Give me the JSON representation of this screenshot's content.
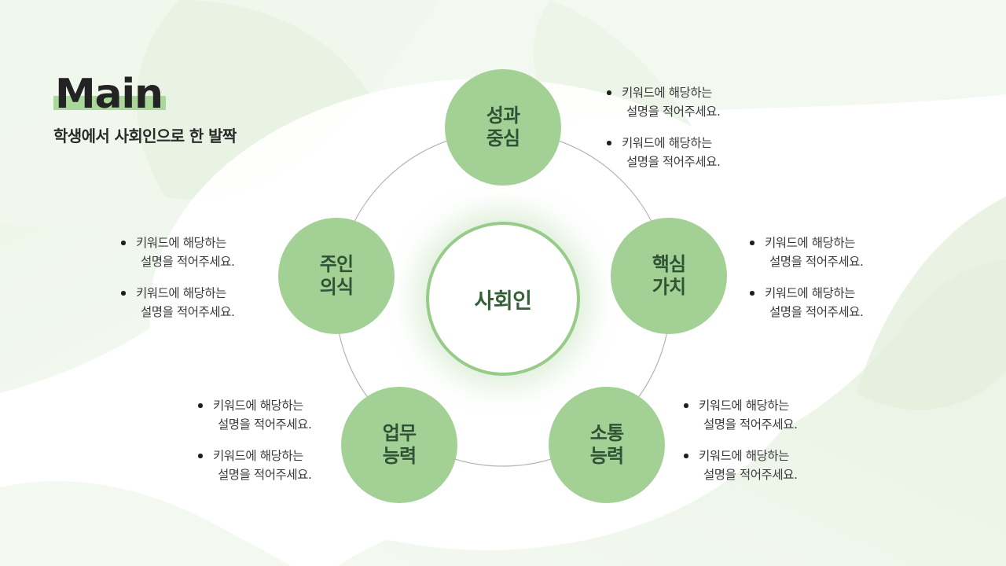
{
  "heading": {
    "title": "Main",
    "subtitle": "학생에서 사회인으로 한 발짝",
    "highlight_color": "#a9d89a",
    "title_color": "#232323"
  },
  "colors": {
    "node_fill": "#a3d195",
    "node_text": "#2f5134",
    "hub_border": "#96cb88",
    "hub_text": "#34603a",
    "ring_stroke": "#b0b0b0",
    "bullet_text": "#3b3b3b",
    "background": "#ffffff",
    "background_tint": "#eef4ea"
  },
  "diagram": {
    "hub": {
      "label": "사회인"
    },
    "nodes": [
      {
        "id": "n0",
        "line1": "성과",
        "line2": "중심"
      },
      {
        "id": "n1",
        "line1": "핵심",
        "line2": "가치"
      },
      {
        "id": "n2",
        "line1": "소통",
        "line2": "능력"
      },
      {
        "id": "n3",
        "line1": "업무",
        "line2": "능력"
      },
      {
        "id": "n4",
        "line1": "주인",
        "line2": "의식"
      }
    ],
    "bullet_groups": [
      {
        "id": "b0",
        "for": "성과 중심",
        "items": [
          {
            "line1": "키워드에 해당하는",
            "line2": "설명을 적어주세요."
          },
          {
            "line1": "키워드에 해당하는",
            "line2": "설명을 적어주세요."
          }
        ]
      },
      {
        "id": "b1",
        "for": "핵심 가치",
        "items": [
          {
            "line1": "키워드에 해당하는",
            "line2": "설명을 적어주세요."
          },
          {
            "line1": "키워드에 해당하는",
            "line2": "설명을 적어주세요."
          }
        ]
      },
      {
        "id": "b2",
        "for": "소통 능력",
        "items": [
          {
            "line1": "키워드에 해당하는",
            "line2": "설명을 적어주세요."
          },
          {
            "line1": "키워드에 해당하는",
            "line2": "설명을 적어주세요."
          }
        ]
      },
      {
        "id": "b3",
        "for": "업무 능력",
        "items": [
          {
            "line1": "키워드에 해당하는",
            "line2": "설명을 적어주세요."
          },
          {
            "line1": "키워드에 해당하는",
            "line2": "설명을 적어주세요."
          }
        ]
      },
      {
        "id": "b4",
        "for": "주인 의식",
        "items": [
          {
            "line1": "키워드에 해당하는",
            "line2": "설명을 적어주세요."
          },
          {
            "line1": "키워드에 해당하는",
            "line2": "설명을 적어주세요."
          }
        ]
      }
    ]
  }
}
